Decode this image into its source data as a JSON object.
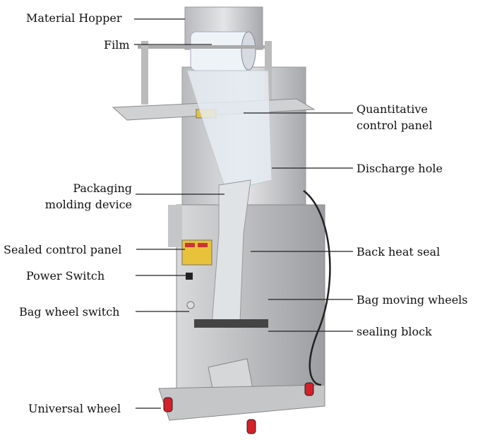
{
  "labels": {
    "material_hopper": "Material Hopper",
    "film": "Film",
    "quantitative_control_panel_1": "Quantitative",
    "quantitative_control_panel_2": "control panel",
    "discharge_hole": "Discharge hole",
    "packaging_molding_1": "Packaging",
    "packaging_molding_2": "molding device",
    "sealed_control_panel": "Sealed control panel",
    "back_heat_seal": "Back heat seal",
    "power_switch": "Power Switch",
    "bag_moving_wheels": "Bag moving wheels",
    "bag_wheel_switch": "Bag wheel switch",
    "sealing_block": "sealing block",
    "universal_wheel": "Universal wheel"
  },
  "colors": {
    "steel": "#c9cacc",
    "steel_dark": "#9a9b9e",
    "panel": "#e8c23a",
    "wheel": "#d4202a"
  }
}
